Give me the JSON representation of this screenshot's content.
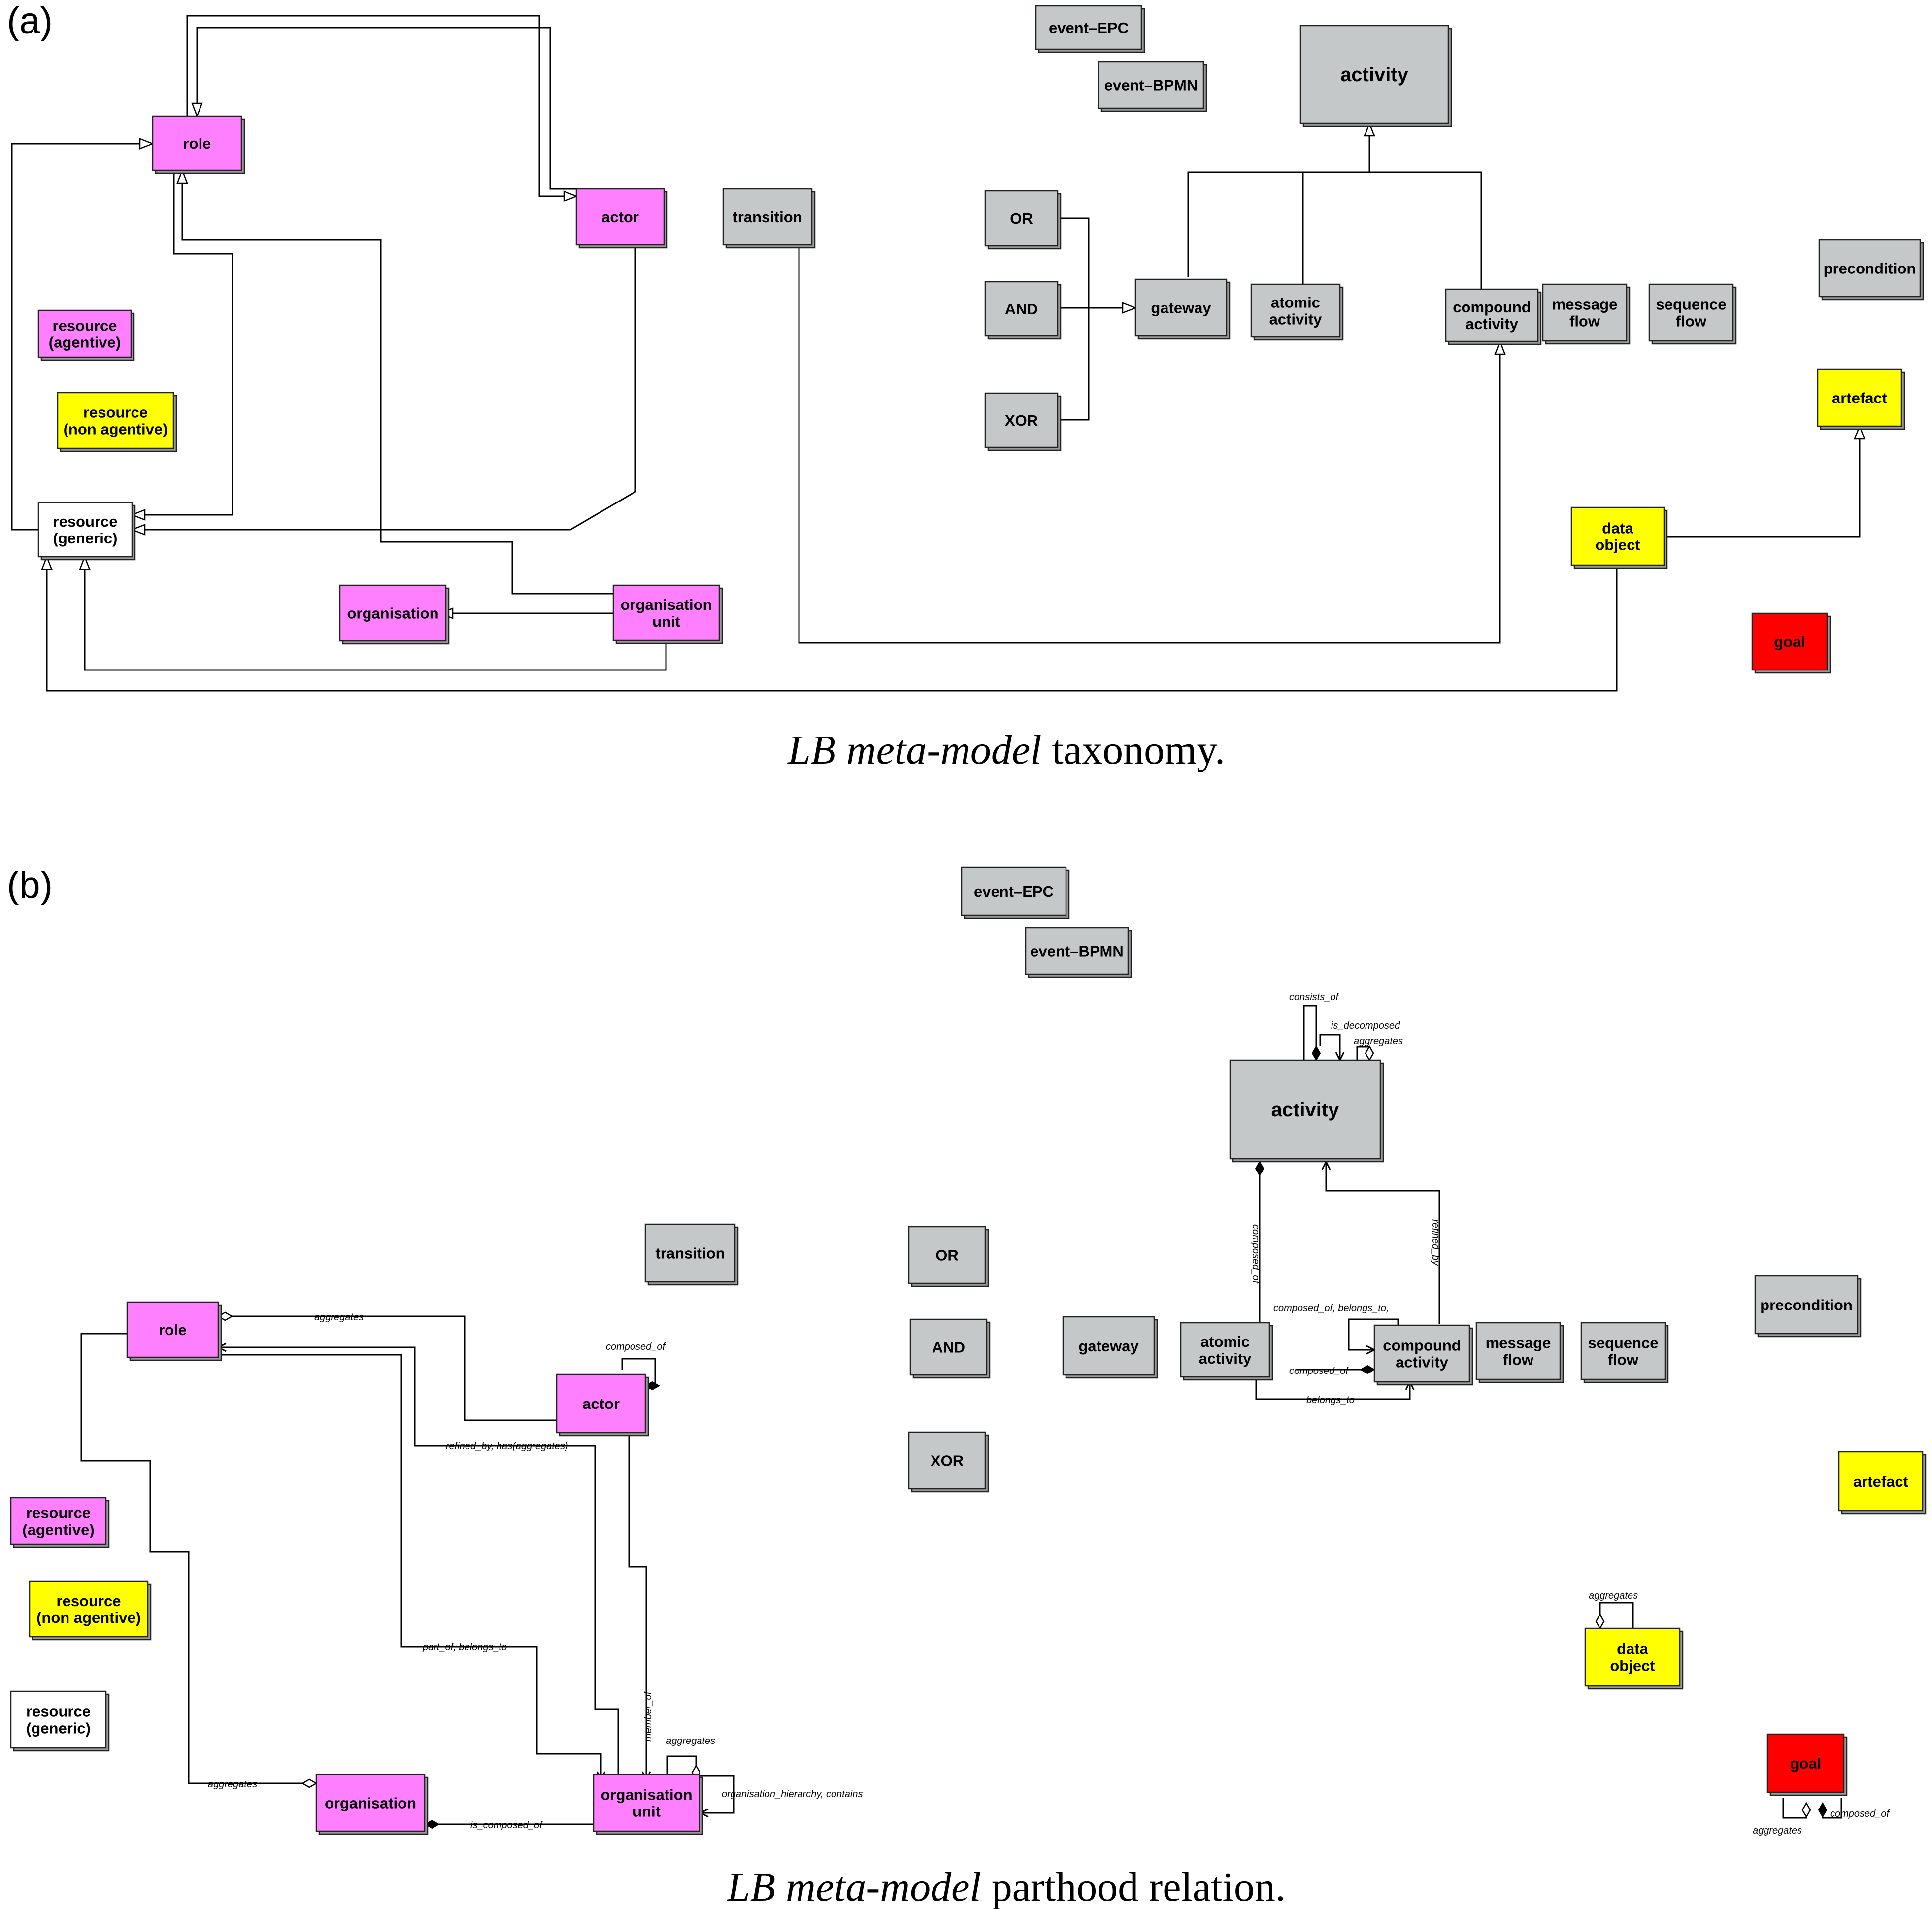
{
  "panels": [
    {
      "id": "a",
      "panel_label": "(a)",
      "caption_italic": "LB meta-model",
      "caption_rest": " taxonomy.",
      "nodes": [
        {
          "id": "role",
          "lines": [
            "role"
          ],
          "color": "pink"
        },
        {
          "id": "actor",
          "lines": [
            "actor"
          ],
          "color": "pink"
        },
        {
          "id": "resource-agentive",
          "lines": [
            "resource",
            "(agentive)"
          ],
          "color": "pink"
        },
        {
          "id": "resource-non-agentive",
          "lines": [
            "resource",
            "(non agentive)"
          ],
          "color": "yellow"
        },
        {
          "id": "resource-generic",
          "lines": [
            "resource",
            "(generic)"
          ],
          "color": "white"
        },
        {
          "id": "organisation",
          "lines": [
            "organisation"
          ],
          "color": "pink"
        },
        {
          "id": "organisation-unit",
          "lines": [
            "organisation",
            "unit"
          ],
          "color": "pink"
        },
        {
          "id": "transition",
          "lines": [
            "transition"
          ],
          "color": "gray"
        },
        {
          "id": "event-epc",
          "lines": [
            "event–EPC"
          ],
          "color": "gray"
        },
        {
          "id": "event-bpmn",
          "lines": [
            "event–BPMN"
          ],
          "color": "gray"
        },
        {
          "id": "activity",
          "lines": [
            "activity"
          ],
          "color": "gray"
        },
        {
          "id": "or",
          "lines": [
            "OR"
          ],
          "color": "gray"
        },
        {
          "id": "and",
          "lines": [
            "AND"
          ],
          "color": "gray"
        },
        {
          "id": "xor",
          "lines": [
            "XOR"
          ],
          "color": "gray"
        },
        {
          "id": "gateway",
          "lines": [
            "gateway"
          ],
          "color": "gray"
        },
        {
          "id": "atomic-activity",
          "lines": [
            "atomic",
            "activity"
          ],
          "color": "gray"
        },
        {
          "id": "compound-activity",
          "lines": [
            "compound",
            "activity"
          ],
          "color": "gray"
        },
        {
          "id": "message-flow",
          "lines": [
            "message",
            "flow"
          ],
          "color": "gray"
        },
        {
          "id": "sequence-flow",
          "lines": [
            "sequence",
            "flow"
          ],
          "color": "gray"
        },
        {
          "id": "precondition",
          "lines": [
            "precondition"
          ],
          "color": "gray"
        },
        {
          "id": "artefact",
          "lines": [
            "artefact"
          ],
          "color": "yellow"
        },
        {
          "id": "data-object",
          "lines": [
            "data",
            "object"
          ],
          "color": "yellow"
        },
        {
          "id": "goal",
          "lines": [
            "goal"
          ],
          "color": "red"
        }
      ],
      "edges": []
    },
    {
      "id": "b",
      "panel_label": "(b)",
      "caption_italic": "LB meta-model",
      "caption_rest": " parthood relation.",
      "nodes": [
        {
          "id": "event-epc",
          "lines": [
            "event–EPC"
          ],
          "color": "gray"
        },
        {
          "id": "event-bpmn",
          "lines": [
            "event–BPMN"
          ],
          "color": "gray"
        },
        {
          "id": "activity",
          "lines": [
            "activity"
          ],
          "color": "gray"
        },
        {
          "id": "transition",
          "lines": [
            "transition"
          ],
          "color": "gray"
        },
        {
          "id": "or",
          "lines": [
            "OR"
          ],
          "color": "gray"
        },
        {
          "id": "and",
          "lines": [
            "AND"
          ],
          "color": "gray"
        },
        {
          "id": "xor",
          "lines": [
            "XOR"
          ],
          "color": "gray"
        },
        {
          "id": "gateway",
          "lines": [
            "gateway"
          ],
          "color": "gray"
        },
        {
          "id": "atomic-activity",
          "lines": [
            "atomic",
            "activity"
          ],
          "color": "gray"
        },
        {
          "id": "compound-activity",
          "lines": [
            "compound",
            "activity"
          ],
          "color": "gray"
        },
        {
          "id": "message-flow",
          "lines": [
            "message",
            "flow"
          ],
          "color": "gray"
        },
        {
          "id": "sequence-flow",
          "lines": [
            "sequence",
            "flow"
          ],
          "color": "gray"
        },
        {
          "id": "precondition",
          "lines": [
            "precondition"
          ],
          "color": "gray"
        },
        {
          "id": "artefact",
          "lines": [
            "artefact"
          ],
          "color": "yellow"
        },
        {
          "id": "data-object",
          "lines": [
            "data",
            "object"
          ],
          "color": "yellow"
        },
        {
          "id": "goal",
          "lines": [
            "goal"
          ],
          "color": "red"
        },
        {
          "id": "role",
          "lines": [
            "role"
          ],
          "color": "pink"
        },
        {
          "id": "actor",
          "lines": [
            "actor"
          ],
          "color": "pink"
        },
        {
          "id": "resource-agentive",
          "lines": [
            "resource",
            "(agentive)"
          ],
          "color": "pink"
        },
        {
          "id": "resource-non-agentive",
          "lines": [
            "resource",
            "(non agentive)"
          ],
          "color": "yellow"
        },
        {
          "id": "resource-generic",
          "lines": [
            "resource",
            "(generic)"
          ],
          "color": "white"
        },
        {
          "id": "organisation",
          "lines": [
            "organisation"
          ],
          "color": "pink"
        },
        {
          "id": "organisation-unit",
          "lines": [
            "organisation",
            "unit"
          ],
          "color": "pink"
        }
      ],
      "edges": [
        {
          "id": "consists-of",
          "label": "consists_of"
        },
        {
          "id": "is-decomposed",
          "label": "is_decomposed"
        },
        {
          "id": "activity-aggregates",
          "label": "aggregates"
        },
        {
          "id": "composed-of-vertical",
          "label": "composed_of"
        },
        {
          "id": "refined-by",
          "label": "refined_by"
        },
        {
          "id": "composed-of-belongs-to",
          "label": "composed_of, belongs_to,"
        },
        {
          "id": "atomic-composed-of",
          "label": "composed_of"
        },
        {
          "id": "belongs-to",
          "label": "belongs_to"
        },
        {
          "id": "role-aggregates",
          "label": "aggregates"
        },
        {
          "id": "actor-composed-of",
          "label": "composed_of"
        },
        {
          "id": "refined-by-has",
          "label": "refined_by, has(aggregates)"
        },
        {
          "id": "part-of-belongs-to",
          "label": "part_of, belongs_to"
        },
        {
          "id": "member-of",
          "label": "member_of"
        },
        {
          "id": "unit-aggregates",
          "label": "aggregates"
        },
        {
          "id": "org-hierarchy",
          "label": "organisation_hierarchy, contains"
        },
        {
          "id": "org-aggregates",
          "label": "aggregates"
        },
        {
          "id": "is-composed-of",
          "label": "is_composed_of"
        },
        {
          "id": "data-object-aggregates",
          "label": "aggregates"
        },
        {
          "id": "goal-aggregates",
          "label": "aggregates"
        },
        {
          "id": "goal-composed-of",
          "label": "composed_of"
        }
      ]
    }
  ],
  "colors": {
    "pink": "#ff80ff",
    "yellow": "#ffff00",
    "gray": "#c4c8c8",
    "white": "#ffffff",
    "red": "#ff0000",
    "border": "#222222",
    "line": "#000000"
  }
}
